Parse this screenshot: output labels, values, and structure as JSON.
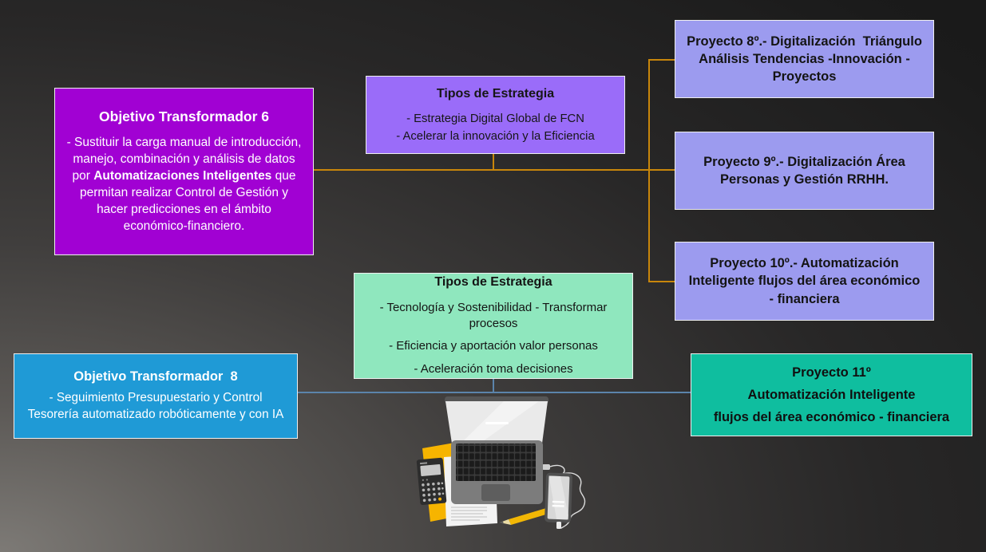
{
  "diagram": {
    "objetivo6": {
      "title": "Objetivo Transformador 6",
      "body_pre": "-  Sustituir la carga manual de introducción, manejo, combinación y análisis de datos por ",
      "body_bold": "Automatizaciones Inteligentes",
      "body_post": " que permitan realizar Control de Gestión y hacer predicciones en el ámbito económico-financiero."
    },
    "estrategia_top": {
      "title": "Tipos de Estrategia",
      "items": [
        "- Estrategia Digital Global de FCN",
        "- Acelerar la innovación y la Eficiencia"
      ]
    },
    "proyecto8": {
      "title": "Proyecto 8º.- Digitalización  Triángulo Análisis Tendencias -Innovación - Proyectos"
    },
    "proyecto9": {
      "title": "Proyecto 9º.- Digitalización Área Personas y Gestión RRHH."
    },
    "proyecto10": {
      "title": "Proyecto 10º.- Automatización Inteligente flujos del área económico - financiera"
    },
    "estrategia_mid": {
      "title": "Tipos de Estrategia",
      "items": [
        "- Tecnología y Sostenibilidad - Transformar procesos",
        "- Eficiencia y aportación valor personas",
        "- Aceleración toma decisiones"
      ]
    },
    "objetivo8": {
      "title": "Objetivo Transformador  8",
      "body": "- Seguimiento Presupuestario y Control Tesorería automatizado robóticamente y con IA"
    },
    "proyecto11": {
      "line1": "Proyecto 11º",
      "line2": "Automatización Inteligente",
      "line3": "flujos del área económico - financiera"
    },
    "illustration": "laptop-workspace",
    "colors": {
      "objetivo6_bg": "#A101D3",
      "estrategia_top_bg": "#9A6CF9",
      "proyecto_bg": "#9C9BEF",
      "estrategia_mid_bg": "#8FE7BE",
      "objetivo8_bg": "#1F9AD6",
      "proyecto11_bg": "#0FBE9F",
      "connector_orange": "#C8860B",
      "connector_blue": "#5B84AB",
      "box_border": "#EFEFEF"
    }
  }
}
